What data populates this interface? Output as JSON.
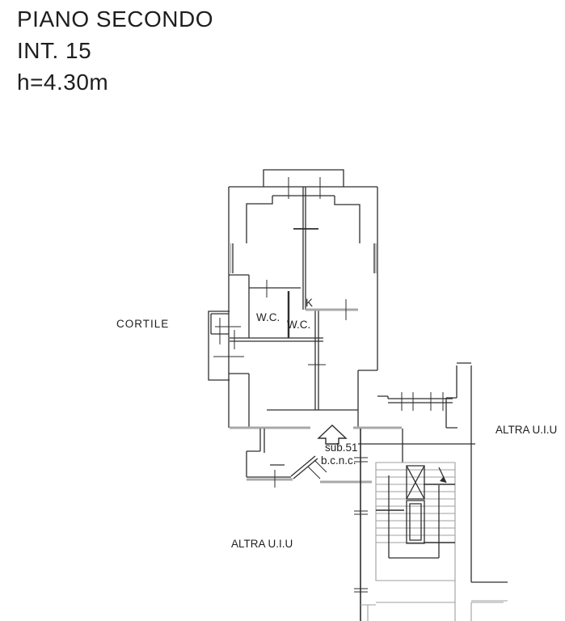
{
  "title": {
    "line1": "PIANO SECONDO",
    "line2": "INT. 15",
    "line3": "h=4.30m"
  },
  "plan_labels": {
    "cortile": "CORTILE",
    "wc1": "W.C.",
    "wc2": "W.C.",
    "kitchen": "K",
    "sub_unit": "sub.51",
    "common_area": "b.c.n.c.",
    "other_unit_right": "ALTRA U.I.U",
    "other_unit_bottom": "ALTRA U.I.U"
  },
  "colors": {
    "line_dark": "#2e2e2e",
    "line_gray": "#9f9f9f",
    "background": "#ffffff"
  }
}
